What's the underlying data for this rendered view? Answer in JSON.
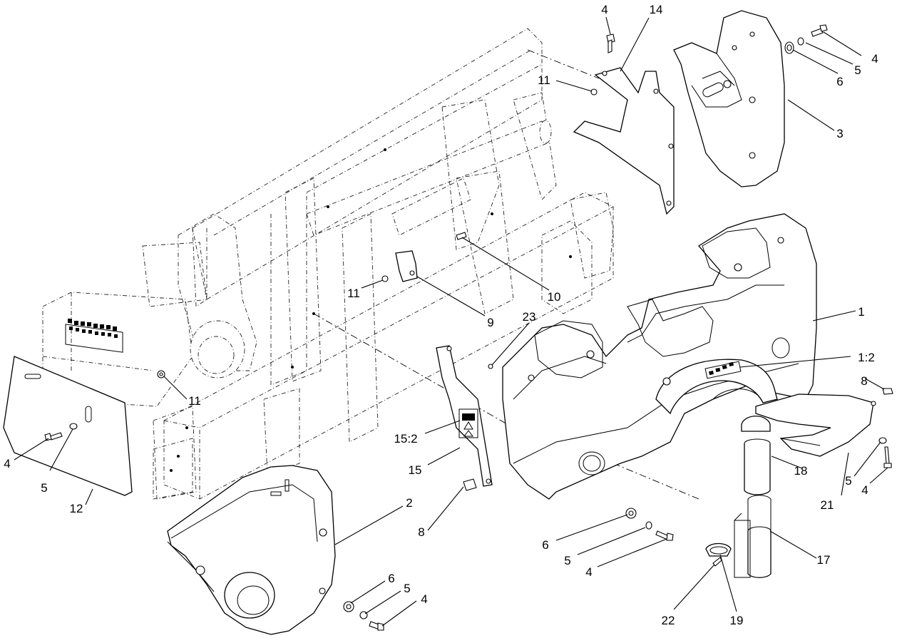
{
  "callouts": [
    {
      "id": "c4a",
      "text": "4"
    },
    {
      "id": "c14",
      "text": "14"
    },
    {
      "id": "c11a",
      "text": "11"
    },
    {
      "id": "c4b",
      "text": "4"
    },
    {
      "id": "c5a",
      "text": "5"
    },
    {
      "id": "c6a",
      "text": "6"
    },
    {
      "id": "c3",
      "text": "3"
    },
    {
      "id": "c10",
      "text": "10"
    },
    {
      "id": "c11b",
      "text": "11"
    },
    {
      "id": "c9",
      "text": "9"
    },
    {
      "id": "c23",
      "text": "23"
    },
    {
      "id": "c1",
      "text": "1"
    },
    {
      "id": "c1_2",
      "text": "1:2"
    },
    {
      "id": "c11c",
      "text": "11"
    },
    {
      "id": "c8a",
      "text": "8"
    },
    {
      "id": "c4c",
      "text": "4"
    },
    {
      "id": "c5b",
      "text": "5"
    },
    {
      "id": "c12",
      "text": "12"
    },
    {
      "id": "c15_2",
      "text": "15:2"
    },
    {
      "id": "c15",
      "text": "15"
    },
    {
      "id": "c2",
      "text": "2"
    },
    {
      "id": "c8b",
      "text": "8"
    },
    {
      "id": "c18",
      "text": "18"
    },
    {
      "id": "c21",
      "text": "21"
    },
    {
      "id": "c5c",
      "text": "5"
    },
    {
      "id": "c4d",
      "text": "4"
    },
    {
      "id": "c6b",
      "text": "6"
    },
    {
      "id": "c5d",
      "text": "5"
    },
    {
      "id": "c4e",
      "text": "4"
    },
    {
      "id": "c17",
      "text": "17"
    },
    {
      "id": "c6c",
      "text": "6"
    },
    {
      "id": "c5e",
      "text": "5"
    },
    {
      "id": "c4f",
      "text": "4"
    },
    {
      "id": "c22",
      "text": "22"
    },
    {
      "id": "c19",
      "text": "19"
    }
  ]
}
